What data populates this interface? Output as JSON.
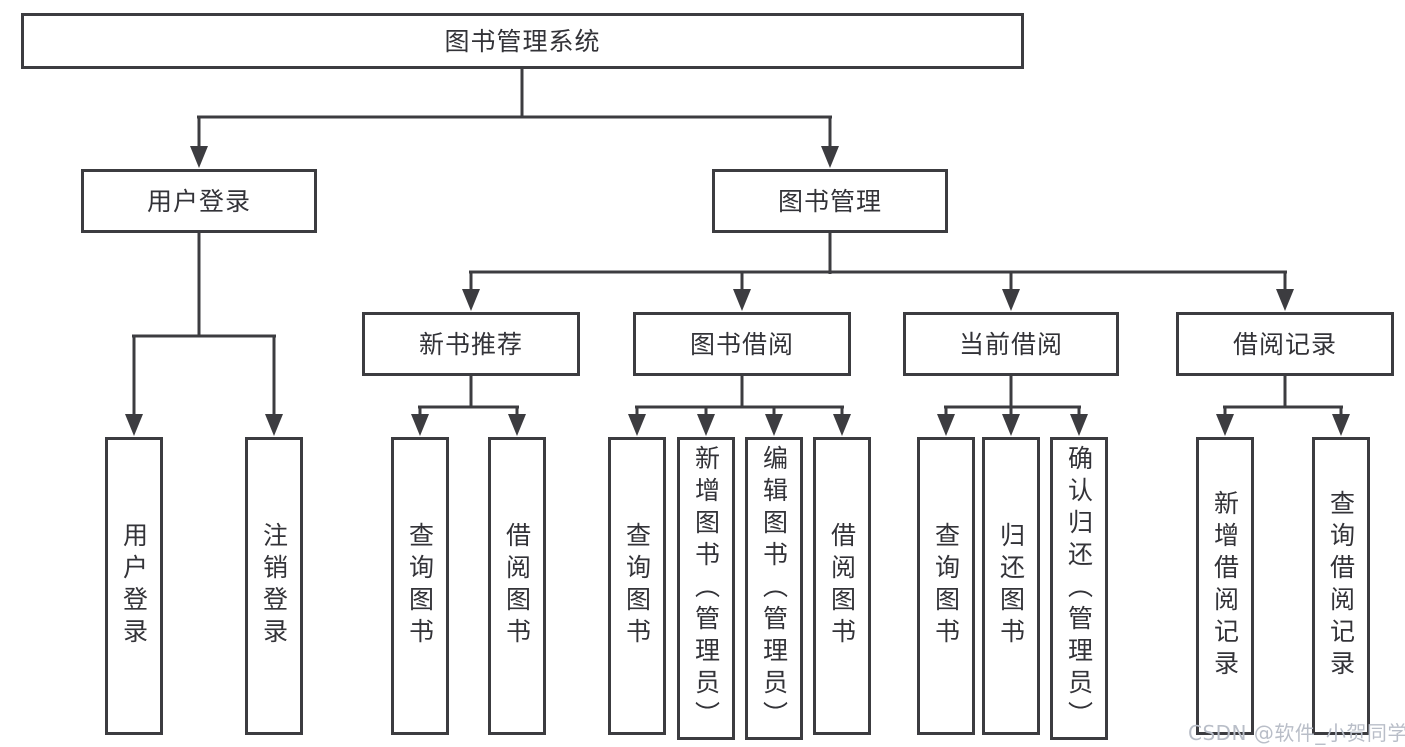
{
  "tree": {
    "root": {
      "label": "图书管理系统"
    },
    "children": [
      {
        "label": "用户登录",
        "children": [
          {
            "label": "用户登录"
          },
          {
            "label": "注销登录"
          }
        ]
      },
      {
        "label": "图书管理",
        "children": [
          {
            "label": "新书推荐",
            "children": [
              {
                "label": "查询图书"
              },
              {
                "label": "借阅图书"
              }
            ]
          },
          {
            "label": "图书借阅",
            "children": [
              {
                "label": "查询图书"
              },
              {
                "label": "新增图书（管理员）"
              },
              {
                "label": "编辑图书（管理员）"
              },
              {
                "label": "借阅图书"
              }
            ]
          },
          {
            "label": "当前借阅",
            "children": [
              {
                "label": "查询图书"
              },
              {
                "label": "归还图书"
              },
              {
                "label": "确认归还（管理员）"
              }
            ]
          },
          {
            "label": "借阅记录",
            "children": [
              {
                "label": "新增借阅记录"
              },
              {
                "label": "查询借阅记录"
              }
            ]
          }
        ]
      }
    ]
  },
  "watermark": {
    "text": "CSDN @软件_小贺同学"
  },
  "colors": {
    "line": "#3c3c40",
    "border": "#3c3c40",
    "text": "#333338",
    "watermark": "#b9bec8",
    "background": "#ffffff"
  }
}
